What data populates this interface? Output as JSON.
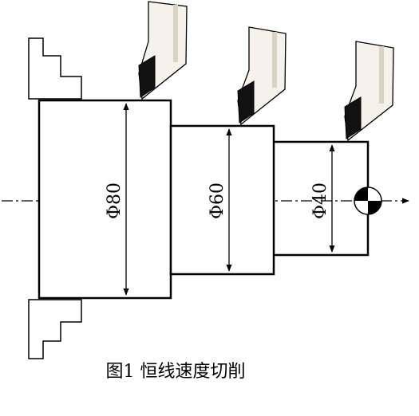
{
  "diagram": {
    "caption": "图1  恒线速度切削",
    "dimensions": [
      {
        "label": "Φ80"
      },
      {
        "label": "Φ60"
      },
      {
        "label": "Φ40"
      }
    ]
  }
}
